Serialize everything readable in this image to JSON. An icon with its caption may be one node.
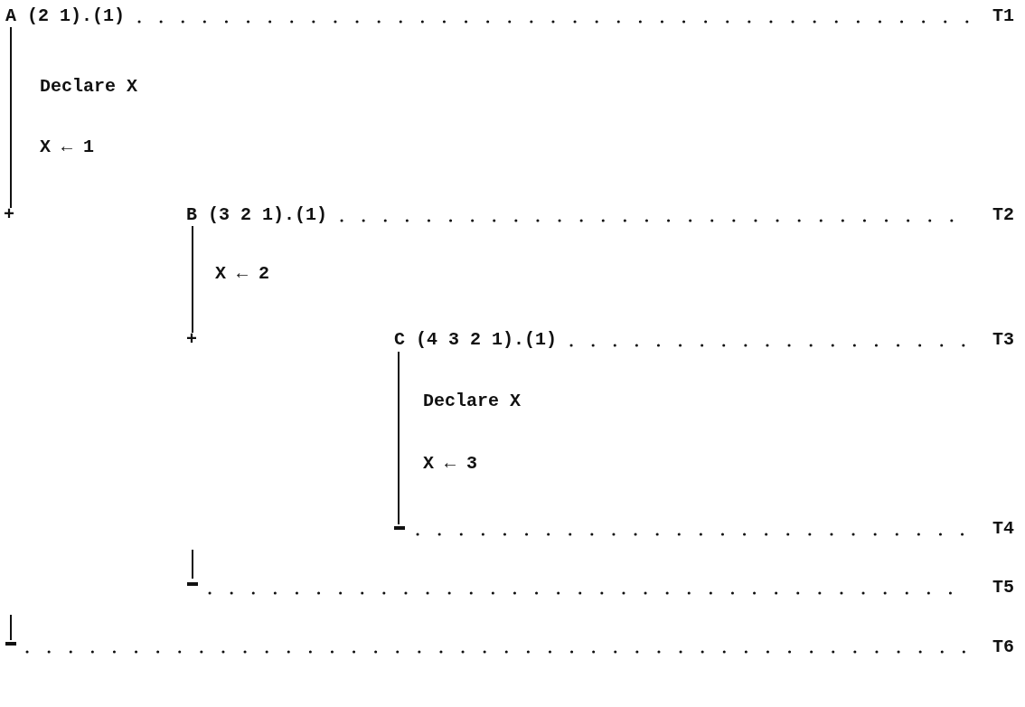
{
  "diagram": {
    "labels": [
      "A (2 1).(1)",
      "T1",
      "Declare X",
      "X ← 1",
      "+",
      "B (3 2 1).(1)",
      "T2",
      "X ← 2",
      "+",
      "C (4 3 2 1).(1)",
      "T3",
      "Declare X",
      "X ← 3",
      "T4",
      "T5",
      "T6"
    ]
  }
}
